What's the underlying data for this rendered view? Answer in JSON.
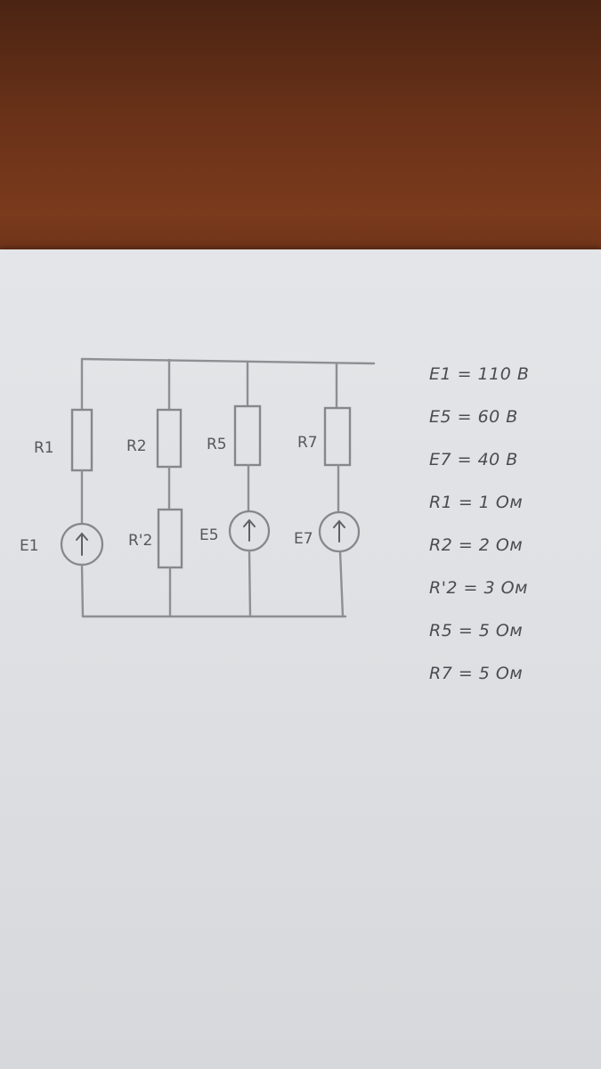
{
  "labels": {
    "r1": "R1",
    "r2": "R2",
    "r5": "R5",
    "r7": "R7",
    "r2p": "R'2",
    "e1": "E1",
    "e5": "E5",
    "e7": "E7"
  },
  "values": [
    "E1 = 110 B",
    "E5 = 60 B",
    "E7 = 40 B",
    "R1 = 1 Ом",
    "R2 = 2 Ом",
    "R'2 = 3 Ом",
    "R5 = 5 Ом",
    "R7 = 5 Ом"
  ],
  "colors": {
    "paper": "#dfe1e4",
    "ink": "#55575a",
    "desk": "#6a3219"
  }
}
